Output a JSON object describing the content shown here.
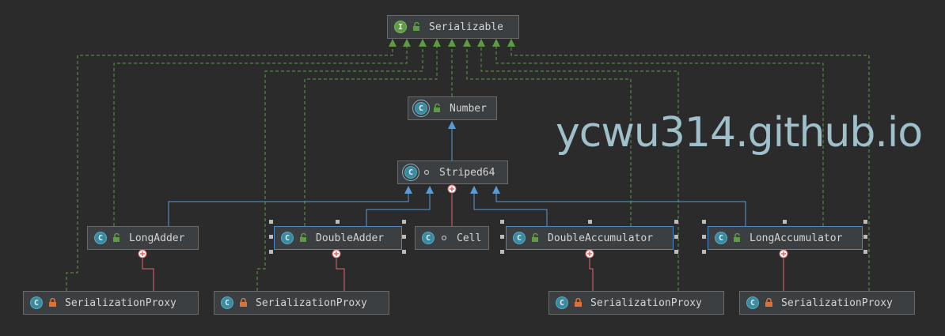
{
  "colors": {
    "background": "#2b2b2b",
    "node_fill": "#3c3f41",
    "implements_edge": "#5f9b45",
    "extends_edge": "#5b9bd5",
    "inner_edge": "#e06666",
    "selected_border": "#4a88c7"
  },
  "watermark": "ycwu314.github.io",
  "nodes": {
    "serializable": {
      "label": "Serializable",
      "icon": "interface-icon",
      "badge": "I",
      "access": "public-unlock-icon"
    },
    "number": {
      "label": "Number",
      "icon": "abstract-class-icon",
      "badge": "C",
      "access": "public-unlock-icon"
    },
    "striped64": {
      "label": "Striped64",
      "icon": "abstract-class-icon",
      "badge": "C",
      "access": "package-private-dot-icon"
    },
    "long_adder": {
      "label": "LongAdder",
      "icon": "class-icon",
      "badge": "C",
      "access": "public-unlock-icon"
    },
    "double_adder": {
      "label": "DoubleAdder",
      "icon": "class-icon",
      "badge": "C",
      "access": "public-unlock-icon"
    },
    "cell": {
      "label": "Cell",
      "icon": "inner-class-icon",
      "badge": "C",
      "access": "package-private-dot-icon"
    },
    "double_accumulator": {
      "label": "DoubleAccumulator",
      "icon": "class-icon",
      "badge": "C",
      "access": "public-unlock-icon"
    },
    "long_accumulator": {
      "label": "LongAccumulator",
      "icon": "class-icon",
      "badge": "C",
      "access": "public-unlock-icon"
    },
    "proxy_long_adder": {
      "label": "SerializationProxy",
      "icon": "inner-class-icon",
      "badge": "C",
      "access": "private-lock-icon"
    },
    "proxy_double_adder": {
      "label": "SerializationProxy",
      "icon": "inner-class-icon",
      "badge": "C",
      "access": "private-lock-icon"
    },
    "proxy_double_accumulator": {
      "label": "SerializationProxy",
      "icon": "inner-class-icon",
      "badge": "C",
      "access": "private-lock-icon"
    },
    "proxy_long_accumulator": {
      "label": "SerializationProxy",
      "icon": "inner-class-icon",
      "badge": "C",
      "access": "private-lock-icon"
    }
  }
}
